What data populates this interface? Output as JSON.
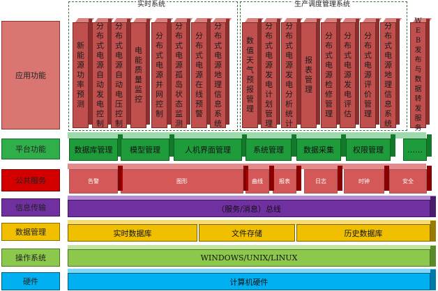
{
  "layers": {
    "app": "应用功能",
    "platform": "平台功能",
    "common": "公共服务",
    "info": "信息传输",
    "data": "数据管理",
    "os": "操作系统",
    "hw": "硬件"
  },
  "groups": {
    "realtime": "实时系统",
    "dispatch": "生产调度管理系统"
  },
  "apps": [
    "新能源功率预测",
    "分布式电源自动发电控制",
    "分布式电源自动电压控制",
    "电能质量监控",
    "分布式电源并网控制",
    "分布式电源孤岛状态监测",
    "分布式电源在线预警",
    "分布式电源地理信息系统",
    "数值天气预报管理",
    "分布式电源发电计划管理",
    "分布式电源发电分析统计",
    "报表管理",
    "分布式电源检修管理",
    "分布式电源发电评估",
    "分布式电源评价管理",
    "分布式电源地理信息系统",
    "WEB发布与数据转发服务"
  ],
  "platform": [
    "数据库管理",
    "模型管理",
    "人机界面管理",
    "系统管理",
    "数据采集",
    "权限管理",
    "……"
  ],
  "common": [
    "告警",
    "图形",
    "曲线",
    "报表",
    "日志",
    "时钟",
    "安全"
  ],
  "info": "（服务/消息）总线",
  "data": [
    "实时数据库",
    "文件存储",
    "历史数据库"
  ],
  "os": "WINDOWS/UNIX/LINUX",
  "hw": "计算机硬件"
}
